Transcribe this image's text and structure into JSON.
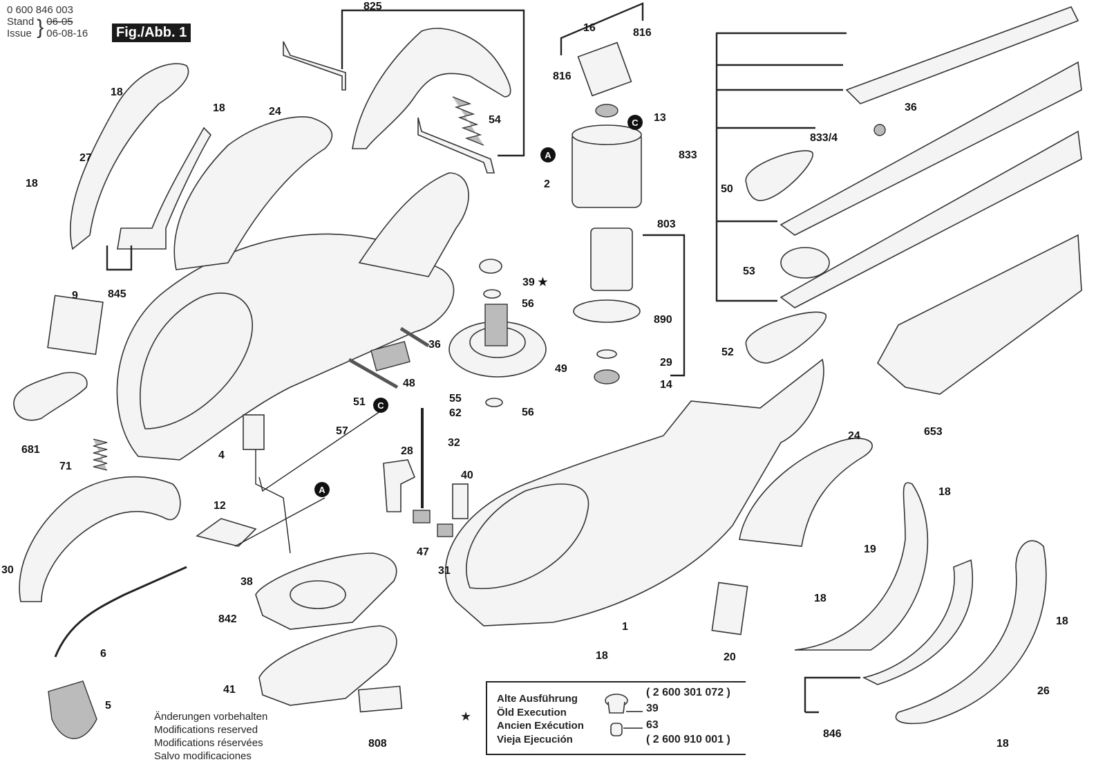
{
  "header": {
    "doc_number": "0 600 846 003",
    "stand_label": "Stand",
    "issue_label": "Issue",
    "old_date": "06-05",
    "issue_date": "06-08-16",
    "figure_label": "Fig./Abb. 1"
  },
  "callouts": [
    "825",
    "18",
    "18",
    "24",
    "27",
    "18",
    "9",
    "845",
    "681",
    "71",
    "30",
    "12",
    "4",
    "57",
    "38",
    "842",
    "6",
    "5",
    "41",
    "808",
    "51",
    "48",
    "36",
    "55",
    "62",
    "32",
    "28",
    "40",
    "47",
    "31",
    "39 ★",
    "56",
    "49",
    "56",
    "54",
    "16",
    "816",
    "816",
    "13",
    "2",
    "803",
    "890",
    "29",
    "14",
    "833",
    "833/4",
    "36",
    "50",
    "53",
    "52",
    "653",
    "24",
    "18",
    "19",
    "18",
    "1",
    "18",
    "20",
    "18",
    "26",
    "846",
    "18"
  ],
  "markers": [
    "C",
    "A",
    "C",
    "A"
  ],
  "notes": [
    "Änderungen vorbehalten",
    "Modifications reserved",
    "Modifications réservées",
    "Salvo modificaciones"
  ],
  "legend": {
    "star": "★",
    "lines": [
      "Alte Ausführung",
      "Öld Execution",
      "Ancien Exécution",
      "Vieja Ejecución"
    ],
    "part_number_1": "( 2 600 301 072 )",
    "part_number_2": "( 2 600 910 001 )",
    "item_39": "39",
    "item_63": "63"
  }
}
